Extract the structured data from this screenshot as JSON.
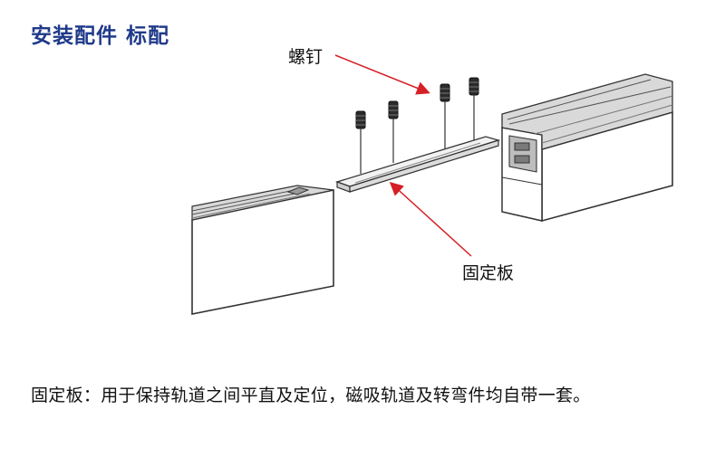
{
  "header": {
    "title": "安装配件 标配"
  },
  "labels": {
    "screw": "螺钉",
    "plate": "固定板"
  },
  "caption": "固定板：用于保持轨道之间平直及定位，磁吸轨道及转弯件均自带一套。",
  "colors": {
    "title": "#1f3a8a",
    "arrow": "#d61f26",
    "outline": "#333333"
  }
}
